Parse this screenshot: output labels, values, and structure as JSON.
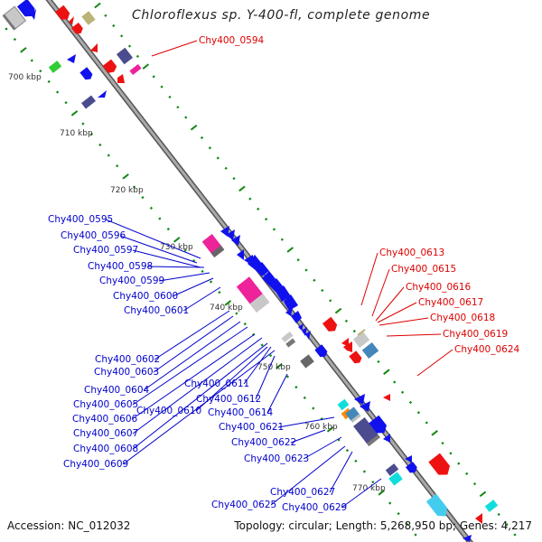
{
  "header": {
    "title": "Chloroflexus sp. Y-400-fl, complete genome"
  },
  "footer": {
    "accession": "Accession: NC_012032",
    "summary": "Topology: circular; Length: 5,268,950 bp; Genes: 4,217"
  },
  "colors": {
    "forward_label": "#dd0000",
    "reverse_label": "#0000cc",
    "backbone": "#888888",
    "tick": "#118811",
    "forward_gene": "#ee1111",
    "reverse_gene": "#1111ee",
    "pink": "#ee2299",
    "gray": "#bbbbbb",
    "dark_gray": "#666666",
    "olive": "#bbb377",
    "slate": "#4b4b8f",
    "green": "#33cc33",
    "cyan": "#11dddd",
    "sky": "#4488bb",
    "light_sky": "#44ccee",
    "orange": "#ff8800"
  },
  "kbp_markers": [
    {
      "label": "700 kbp"
    },
    {
      "label": "710 kbp"
    },
    {
      "label": "720 kbp"
    },
    {
      "label": "730 kbp"
    },
    {
      "label": "740 kbp"
    },
    {
      "label": "750 kbp"
    },
    {
      "label": "760 kbp"
    },
    {
      "label": "770 kbp"
    }
  ],
  "forward_labels": [
    {
      "text": "Chy400_0594"
    },
    {
      "text": "Chy400_0613"
    },
    {
      "text": "Chy400_0615"
    },
    {
      "text": "Chy400_0616"
    },
    {
      "text": "Chy400_0617"
    },
    {
      "text": "Chy400_0618"
    },
    {
      "text": "Chy400_0619"
    },
    {
      "text": "Chy400_0624"
    }
  ],
  "reverse_labels": [
    {
      "text": "Chy400_0595"
    },
    {
      "text": "Chy400_0596"
    },
    {
      "text": "Chy400_0597"
    },
    {
      "text": "Chy400_0598"
    },
    {
      "text": "Chy400_0599"
    },
    {
      "text": "Chy400_0600"
    },
    {
      "text": "Chy400_0601"
    },
    {
      "text": "Chy400_0602"
    },
    {
      "text": "Chy400_0603"
    },
    {
      "text": "Chy400_0604"
    },
    {
      "text": "Chy400_0605"
    },
    {
      "text": "Chy400_0606"
    },
    {
      "text": "Chy400_0607"
    },
    {
      "text": "Chy400_0608"
    },
    {
      "text": "Chy400_0609"
    },
    {
      "text": "Chy400_0610"
    },
    {
      "text": "Chy400_0611"
    },
    {
      "text": "Chy400_0612"
    },
    {
      "text": "Chy400_0614"
    },
    {
      "text": "Chy400_0621"
    },
    {
      "text": "Chy400_0622"
    },
    {
      "text": "Chy400_0623"
    },
    {
      "text": "Chy400_0625"
    },
    {
      "text": "Chy400_0627"
    },
    {
      "text": "Chy400_0629"
    }
  ]
}
